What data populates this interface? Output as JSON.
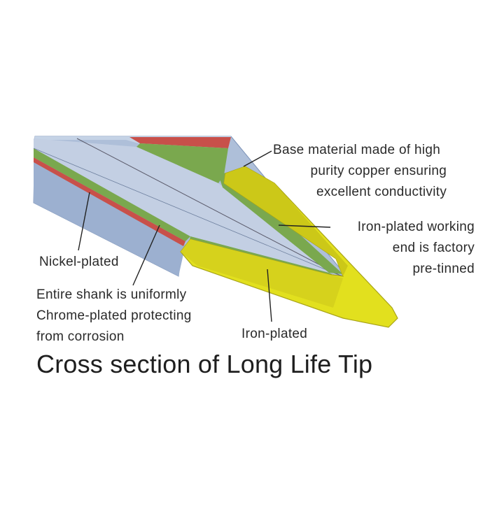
{
  "callouts": {
    "base_material": [
      "Base material made of high",
      "purity copper ensuring",
      "excellent conductivity"
    ],
    "iron_plated_working_end": [
      "Iron-plated working",
      "end is factory",
      "pre-tinned"
    ],
    "nickel_plated": "Nickel-plated",
    "chrome_shank": [
      "Entire shank is uniformly",
      "Chrome-plated protecting",
      "from corrosion"
    ],
    "iron_plated": "Iron-plated"
  },
  "title": "Cross section of Long Life Tip",
  "colors": {
    "shank_blue": "#aebfd9",
    "shank_blue_dark": "#8fa5c8",
    "copper_core": "#b8c6df",
    "green_layer": "#7aa84e",
    "red_layer": "#c8504a",
    "tin_yellow": "#e2e01e",
    "tin_yellow_dark": "#b9b414",
    "leader_line": "#222222"
  }
}
